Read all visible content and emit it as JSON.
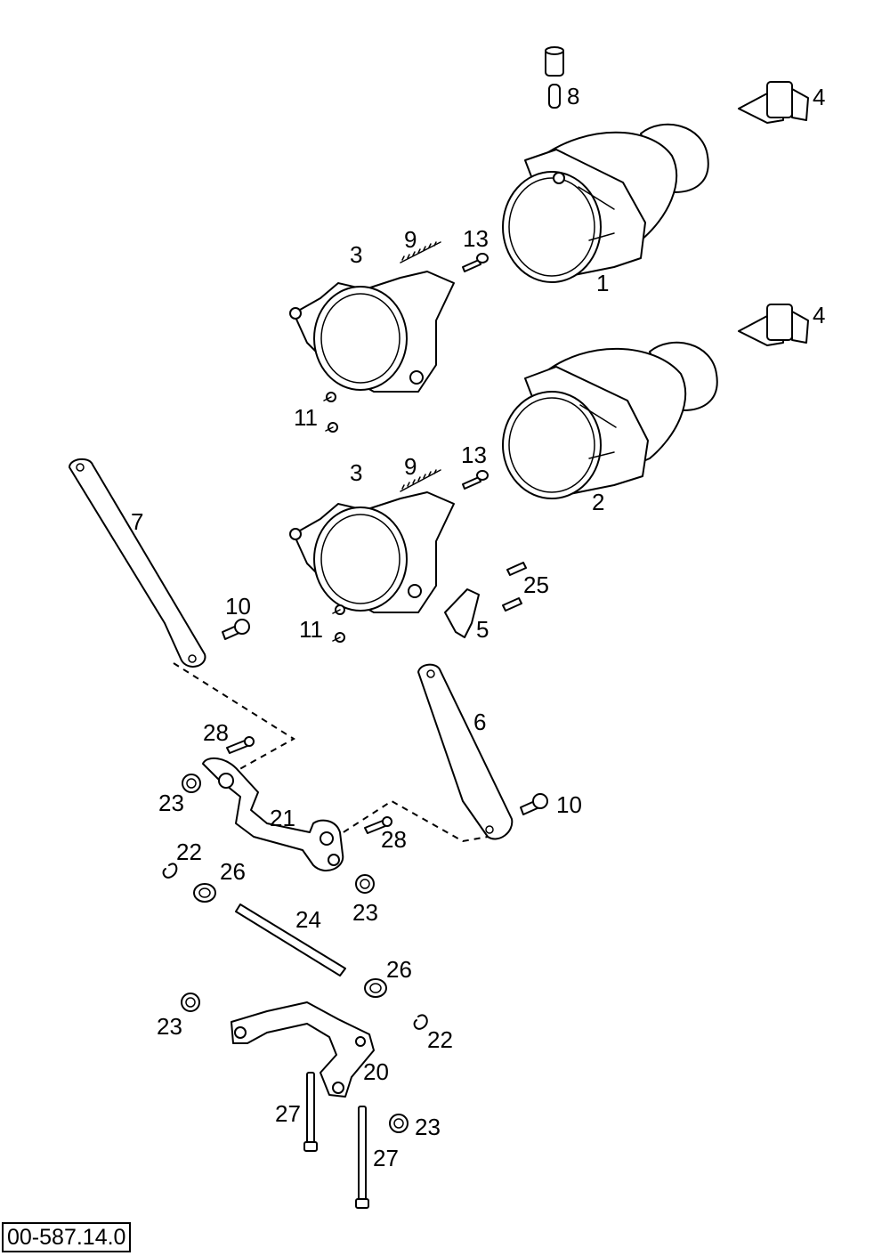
{
  "callouts": {
    "c1": "1",
    "c2": "2",
    "c3a": "3",
    "c3b": "3",
    "c4a": "4",
    "c4b": "4",
    "c5": "5",
    "c6": "6",
    "c7": "7",
    "c8": "8",
    "c9a": "9",
    "c9b": "9",
    "c10a": "10",
    "c10b": "10",
    "c11a": "11",
    "c11b": "11",
    "c13a": "13",
    "c13b": "13",
    "c20": "20",
    "c21": "21",
    "c22a": "22",
    "c22b": "22",
    "c23a": "23",
    "c23b": "23",
    "c23c": "23",
    "c23d": "23",
    "c24": "24",
    "c25": "25",
    "c26a": "26",
    "c26b": "26",
    "c27a": "27",
    "c27b": "27",
    "c28a": "28",
    "c28b": "28"
  },
  "diagram_code": "00-587.14.0"
}
